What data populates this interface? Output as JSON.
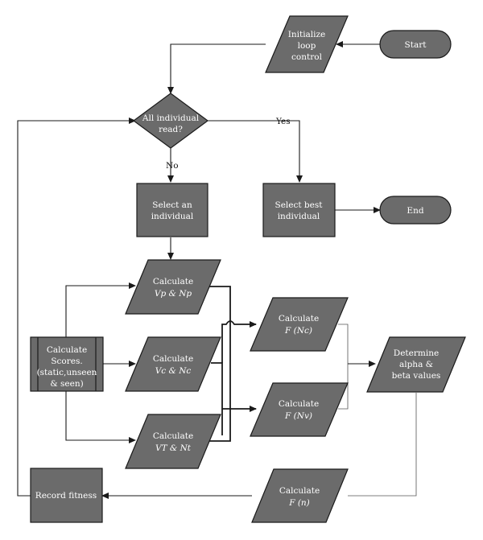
{
  "nodes": {
    "start": "Start",
    "init": [
      "Initialize",
      "loop",
      "control"
    ],
    "decision": [
      "All individual",
      "read?"
    ],
    "select_individual": [
      "Select an",
      "individual"
    ],
    "select_best": [
      "Select best",
      "individual"
    ],
    "end": "End",
    "calc_vp": [
      "Calculate",
      "Vp & Np"
    ],
    "calc_vc": [
      "Calculate",
      "Vc & Nc"
    ],
    "calc_vt": [
      "Calculate",
      "VT & Nt"
    ],
    "calc_scores": [
      "Calculate",
      "Scores.",
      "(static,unseen",
      "& seen)"
    ],
    "calc_f_nc": [
      "Calculate",
      "F (Nc)"
    ],
    "calc_f_nv": [
      "Calculate",
      "F (Nv)"
    ],
    "determine": [
      "Determine",
      "alpha &",
      "beta values"
    ],
    "calc_f_n": [
      "Calculate",
      "F (n)"
    ],
    "record": "Record fitness"
  },
  "edges": {
    "yes": "Yes",
    "no": "No"
  }
}
